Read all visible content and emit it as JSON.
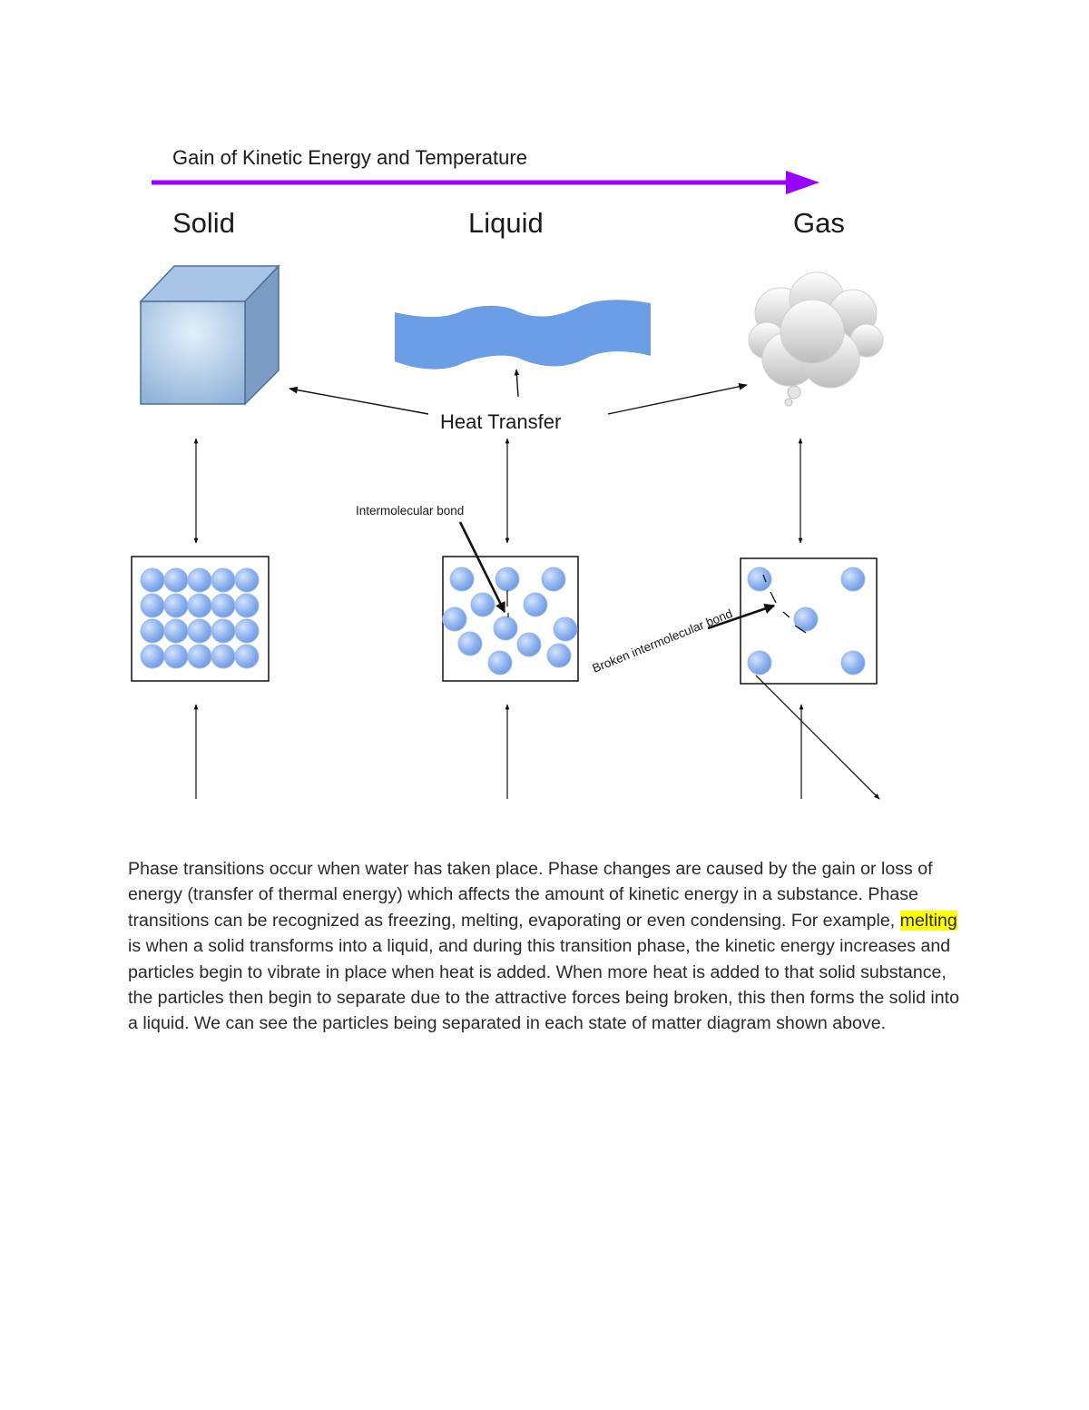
{
  "diagram": {
    "header": "Gain of Kinetic Energy and Temperature",
    "states": {
      "solid": "Solid",
      "liquid": "Liquid",
      "gas": "Gas"
    },
    "heat_transfer": "Heat Transfer",
    "intermolecular_bond": "Intermolecular bond",
    "broken_bond": "Broken intermolecular bond",
    "colors": {
      "arrow": "#9900ff",
      "particle": "#8fb3f0",
      "liquid": "#6b9ee6",
      "cube": "#9cbfe3"
    }
  },
  "paragraph": {
    "before": "Phase transitions occur when water has taken place. Phase changes are caused by the gain or loss of energy (transfer of thermal energy) which affects the amount of kinetic energy in a substance. Phase transitions can be recognized as freezing, melting, evaporating or even condensing. For example, ",
    "highlight": "melting",
    "after": " is when a solid transforms into a liquid, and during this transition phase, the kinetic energy increases and particles begin to vibrate in place when heat is added. When more heat is added to that solid substance, the particles then begin to separate due to the attractive forces being broken, this then forms the solid into a liquid. We can see the particles being separated in each state of matter diagram shown above."
  }
}
